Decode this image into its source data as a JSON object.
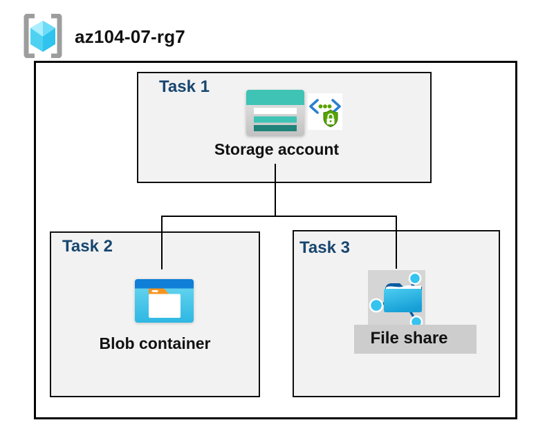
{
  "header": {
    "resource_group_name": "az104-07-rg7",
    "icon": "azure-resource-group-icon"
  },
  "tasks": [
    {
      "label": "Task 1",
      "resource": "Storage account",
      "icons": [
        "storage-account-icon",
        "sas-shield-lock-icon"
      ]
    },
    {
      "label": "Task 2",
      "resource": "Blob container",
      "icons": [
        "blob-container-icon"
      ]
    },
    {
      "label": "Task 3",
      "resource": "File share",
      "icons": [
        "file-share-icon"
      ],
      "highlighted": true
    }
  ],
  "connections": [
    {
      "from": "Storage account",
      "to": "Blob container"
    },
    {
      "from": "Storage account",
      "to": "File share"
    }
  ],
  "colors": {
    "task_label_navy": "#17466f",
    "box_fill_gray": "#f2f2f2",
    "border_black": "#000000",
    "storage_teal": "#3ec3b4",
    "storage_dark_teal": "#20837a",
    "blob_bar_blue": "#0f7fd7",
    "blob_body_cyan": "#35bce6",
    "blob_tab_orange": "#f7941e",
    "fileshare_navy": "#0c5ba0",
    "fileshare_cyan": "#2fbceb",
    "sas_bracket_blue": "#2b7fd0",
    "sas_green": "#57a300",
    "rg_cube_cyan": "#50d4f4",
    "rg_bracket_gray": "#9d9d9d",
    "highlight_gray": "#d5d5d5"
  }
}
